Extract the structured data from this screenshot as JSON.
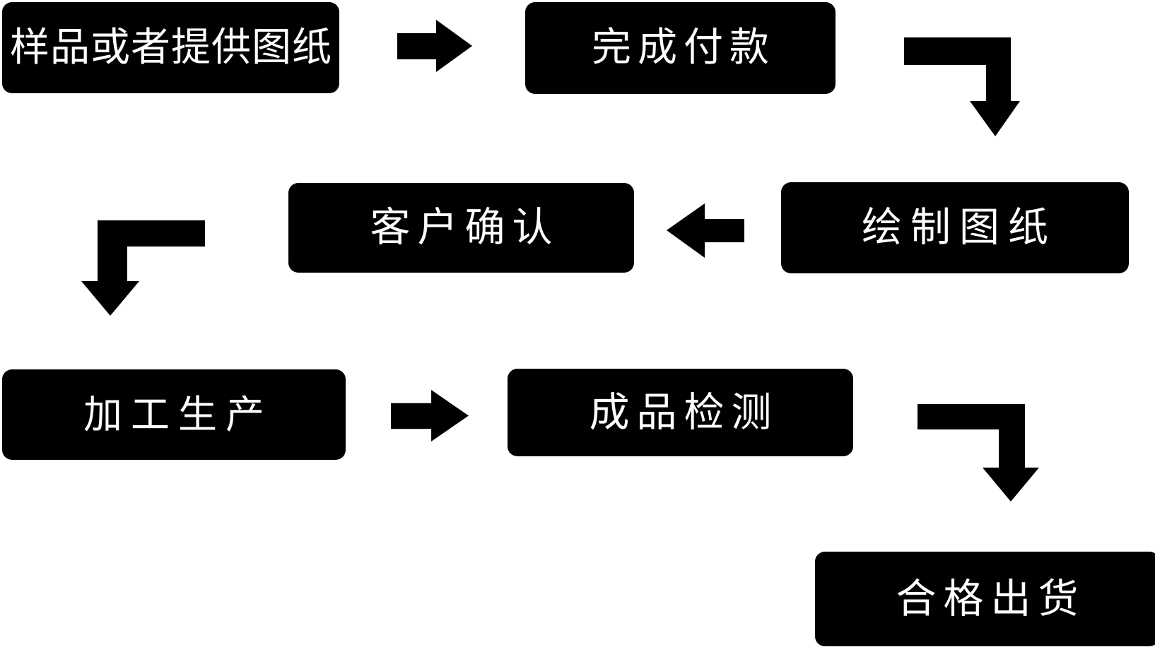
{
  "flow": {
    "colors": {
      "background": "#ffffff",
      "node_fill": "#000000",
      "node_text": "#ffffff",
      "arrow": "#000000"
    },
    "nodes": [
      {
        "id": "sample-or-provide-drawings",
        "label": "样品或者提供图纸"
      },
      {
        "id": "complete-payment",
        "label": "完成付款"
      },
      {
        "id": "draw-drawings",
        "label": "绘制图纸"
      },
      {
        "id": "customer-confirmation",
        "label": "客户确认"
      },
      {
        "id": "processing-production",
        "label": "加工生产"
      },
      {
        "id": "finished-product-inspection",
        "label": "成品检测"
      },
      {
        "id": "qualified-shipment",
        "label": "合格出货"
      }
    ],
    "connections": [
      {
        "from": "sample-or-provide-drawings",
        "to": "complete-payment"
      },
      {
        "from": "complete-payment",
        "to": "draw-drawings"
      },
      {
        "from": "draw-drawings",
        "to": "customer-confirmation"
      },
      {
        "from": "customer-confirmation",
        "to": "processing-production"
      },
      {
        "from": "processing-production",
        "to": "finished-product-inspection"
      },
      {
        "from": "finished-product-inspection",
        "to": "qualified-shipment"
      }
    ]
  }
}
